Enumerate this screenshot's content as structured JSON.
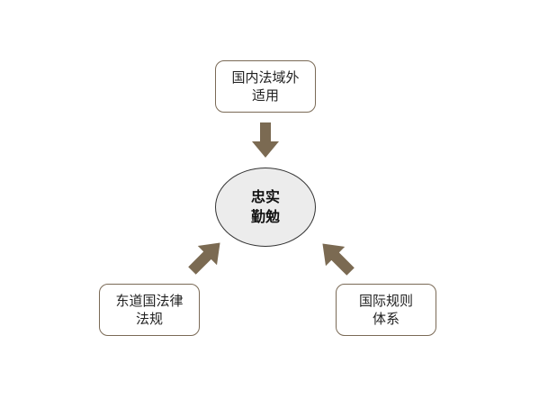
{
  "center": {
    "text": "忠实\n勤勉"
  },
  "nodes": {
    "top": {
      "text": "国内法域外\n适用"
    },
    "left": {
      "text": "东道国法律\n法规"
    },
    "right": {
      "text": "国际规则\n体系"
    }
  },
  "colors": {
    "arrow": "#7b6a52",
    "box_border": "#7a6a56",
    "center_fill": "#ececec"
  }
}
